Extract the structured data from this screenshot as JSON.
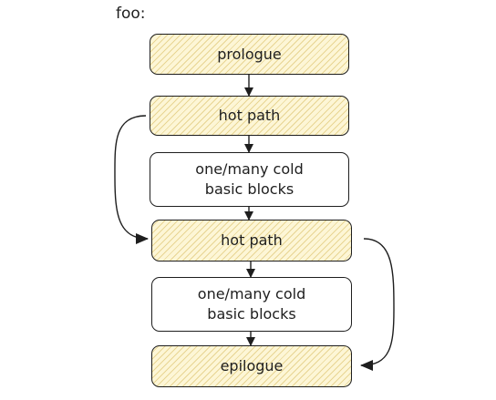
{
  "function_label": "foo:",
  "blocks": {
    "prologue": "prologue",
    "hot_path_1": "hot path",
    "cold_1": "one/many cold\nbasic blocks",
    "hot_path_2": "hot path",
    "cold_2": "one/many cold\nbasic blocks",
    "epilogue": "epilogue"
  },
  "colors": {
    "hot_fill": "#fdf6d6",
    "hot_hatch": "#d6ba5c",
    "stroke": "#1e1e1e"
  }
}
